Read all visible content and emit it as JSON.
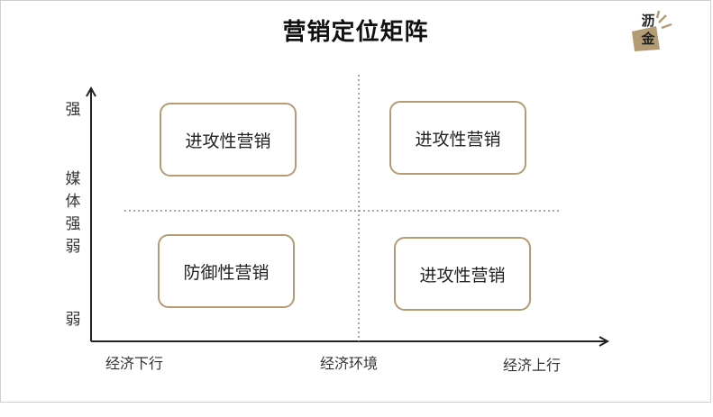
{
  "title": "营销定位矩阵",
  "logo": {
    "line1": "沥",
    "line2": "金"
  },
  "quadrants": {
    "top_left": "进攻性营销",
    "top_right": "进攻性营销",
    "bottom_left": "防御性营销",
    "bottom_right": "进攻性营销"
  },
  "y_axis": {
    "strong": "强",
    "label": "媒体强弱",
    "weak": "弱"
  },
  "x_axis": {
    "left": "经济下行",
    "middle": "经济环境",
    "right": "经济上行"
  },
  "colors": {
    "box_border": "#b39c74",
    "axis": "#222222",
    "divider": "#888888",
    "logo_accent": "#b39c74"
  }
}
